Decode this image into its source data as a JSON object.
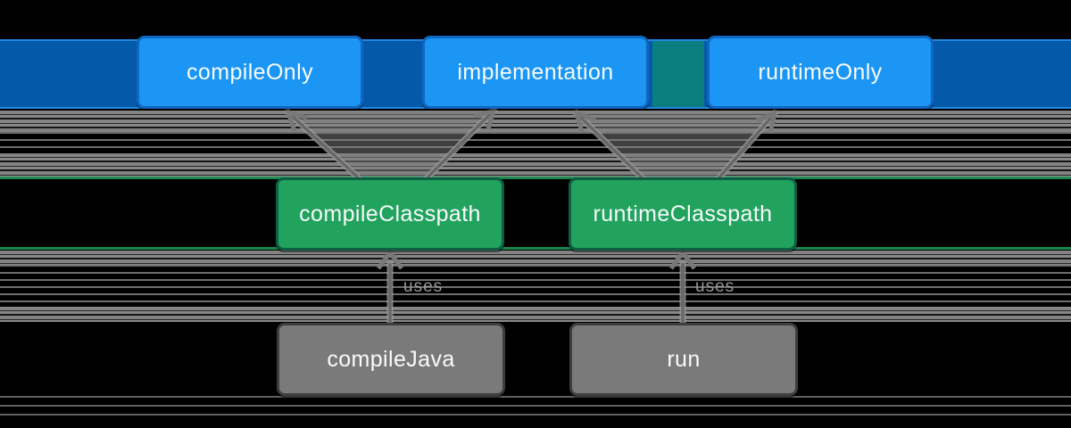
{
  "diagram_type": "dependency-configuration-graph",
  "colors": {
    "background": "#000000",
    "blue-row-band": "#0459A9",
    "blue-row-band-edge": "#2287E0",
    "teal-patch": "#0A7F80",
    "blue-node-fill": "#1B96F4",
    "blue-node-border": "#1166C2",
    "green-node-fill": "#21A35E",
    "green-node-border": "#0E5E44",
    "green-smear-line": "#1D9C5B",
    "gray-node-fill": "#7A7A7A",
    "gray-node-border": "#3E3E3E",
    "node-text": "#F8FAFB",
    "arrow": "#686868",
    "arrow-halo": "#9A9A9A",
    "edge-label-text": "#95989A",
    "streak": "#8B8B8B"
  },
  "nodes": {
    "compile_only": {
      "label": "compileOnly",
      "row": "top",
      "color_role": "blue"
    },
    "implementation": {
      "label": "implementation",
      "row": "top",
      "color_role": "blue"
    },
    "runtime_only": {
      "label": "runtimeOnly",
      "row": "top",
      "color_role": "blue"
    },
    "compile_classpath": {
      "label": "compileClasspath",
      "row": "middle",
      "color_role": "green"
    },
    "runtime_classpath": {
      "label": "runtimeClasspath",
      "row": "middle",
      "color_role": "green"
    },
    "compile_java": {
      "label": "compileJava",
      "row": "bottom",
      "color_role": "gray"
    },
    "run": {
      "label": "run",
      "row": "bottom",
      "color_role": "gray"
    }
  },
  "edges": [
    {
      "from": "compileClasspath",
      "to": "compileOnly",
      "label": "",
      "head": "open-chevron"
    },
    {
      "from": "compileClasspath",
      "to": "implementation",
      "label": "",
      "head": "open-chevron"
    },
    {
      "from": "runtimeClasspath",
      "to": "implementation",
      "label": "",
      "head": "open-chevron"
    },
    {
      "from": "runtimeClasspath",
      "to": "runtimeOnly",
      "label": "",
      "head": "open-chevron"
    },
    {
      "from": "compileJava",
      "to": "compileClasspath",
      "label": "uses",
      "head": "open-chevron"
    },
    {
      "from": "run",
      "to": "runtimeClasspath",
      "label": "uses",
      "head": "open-chevron"
    }
  ]
}
